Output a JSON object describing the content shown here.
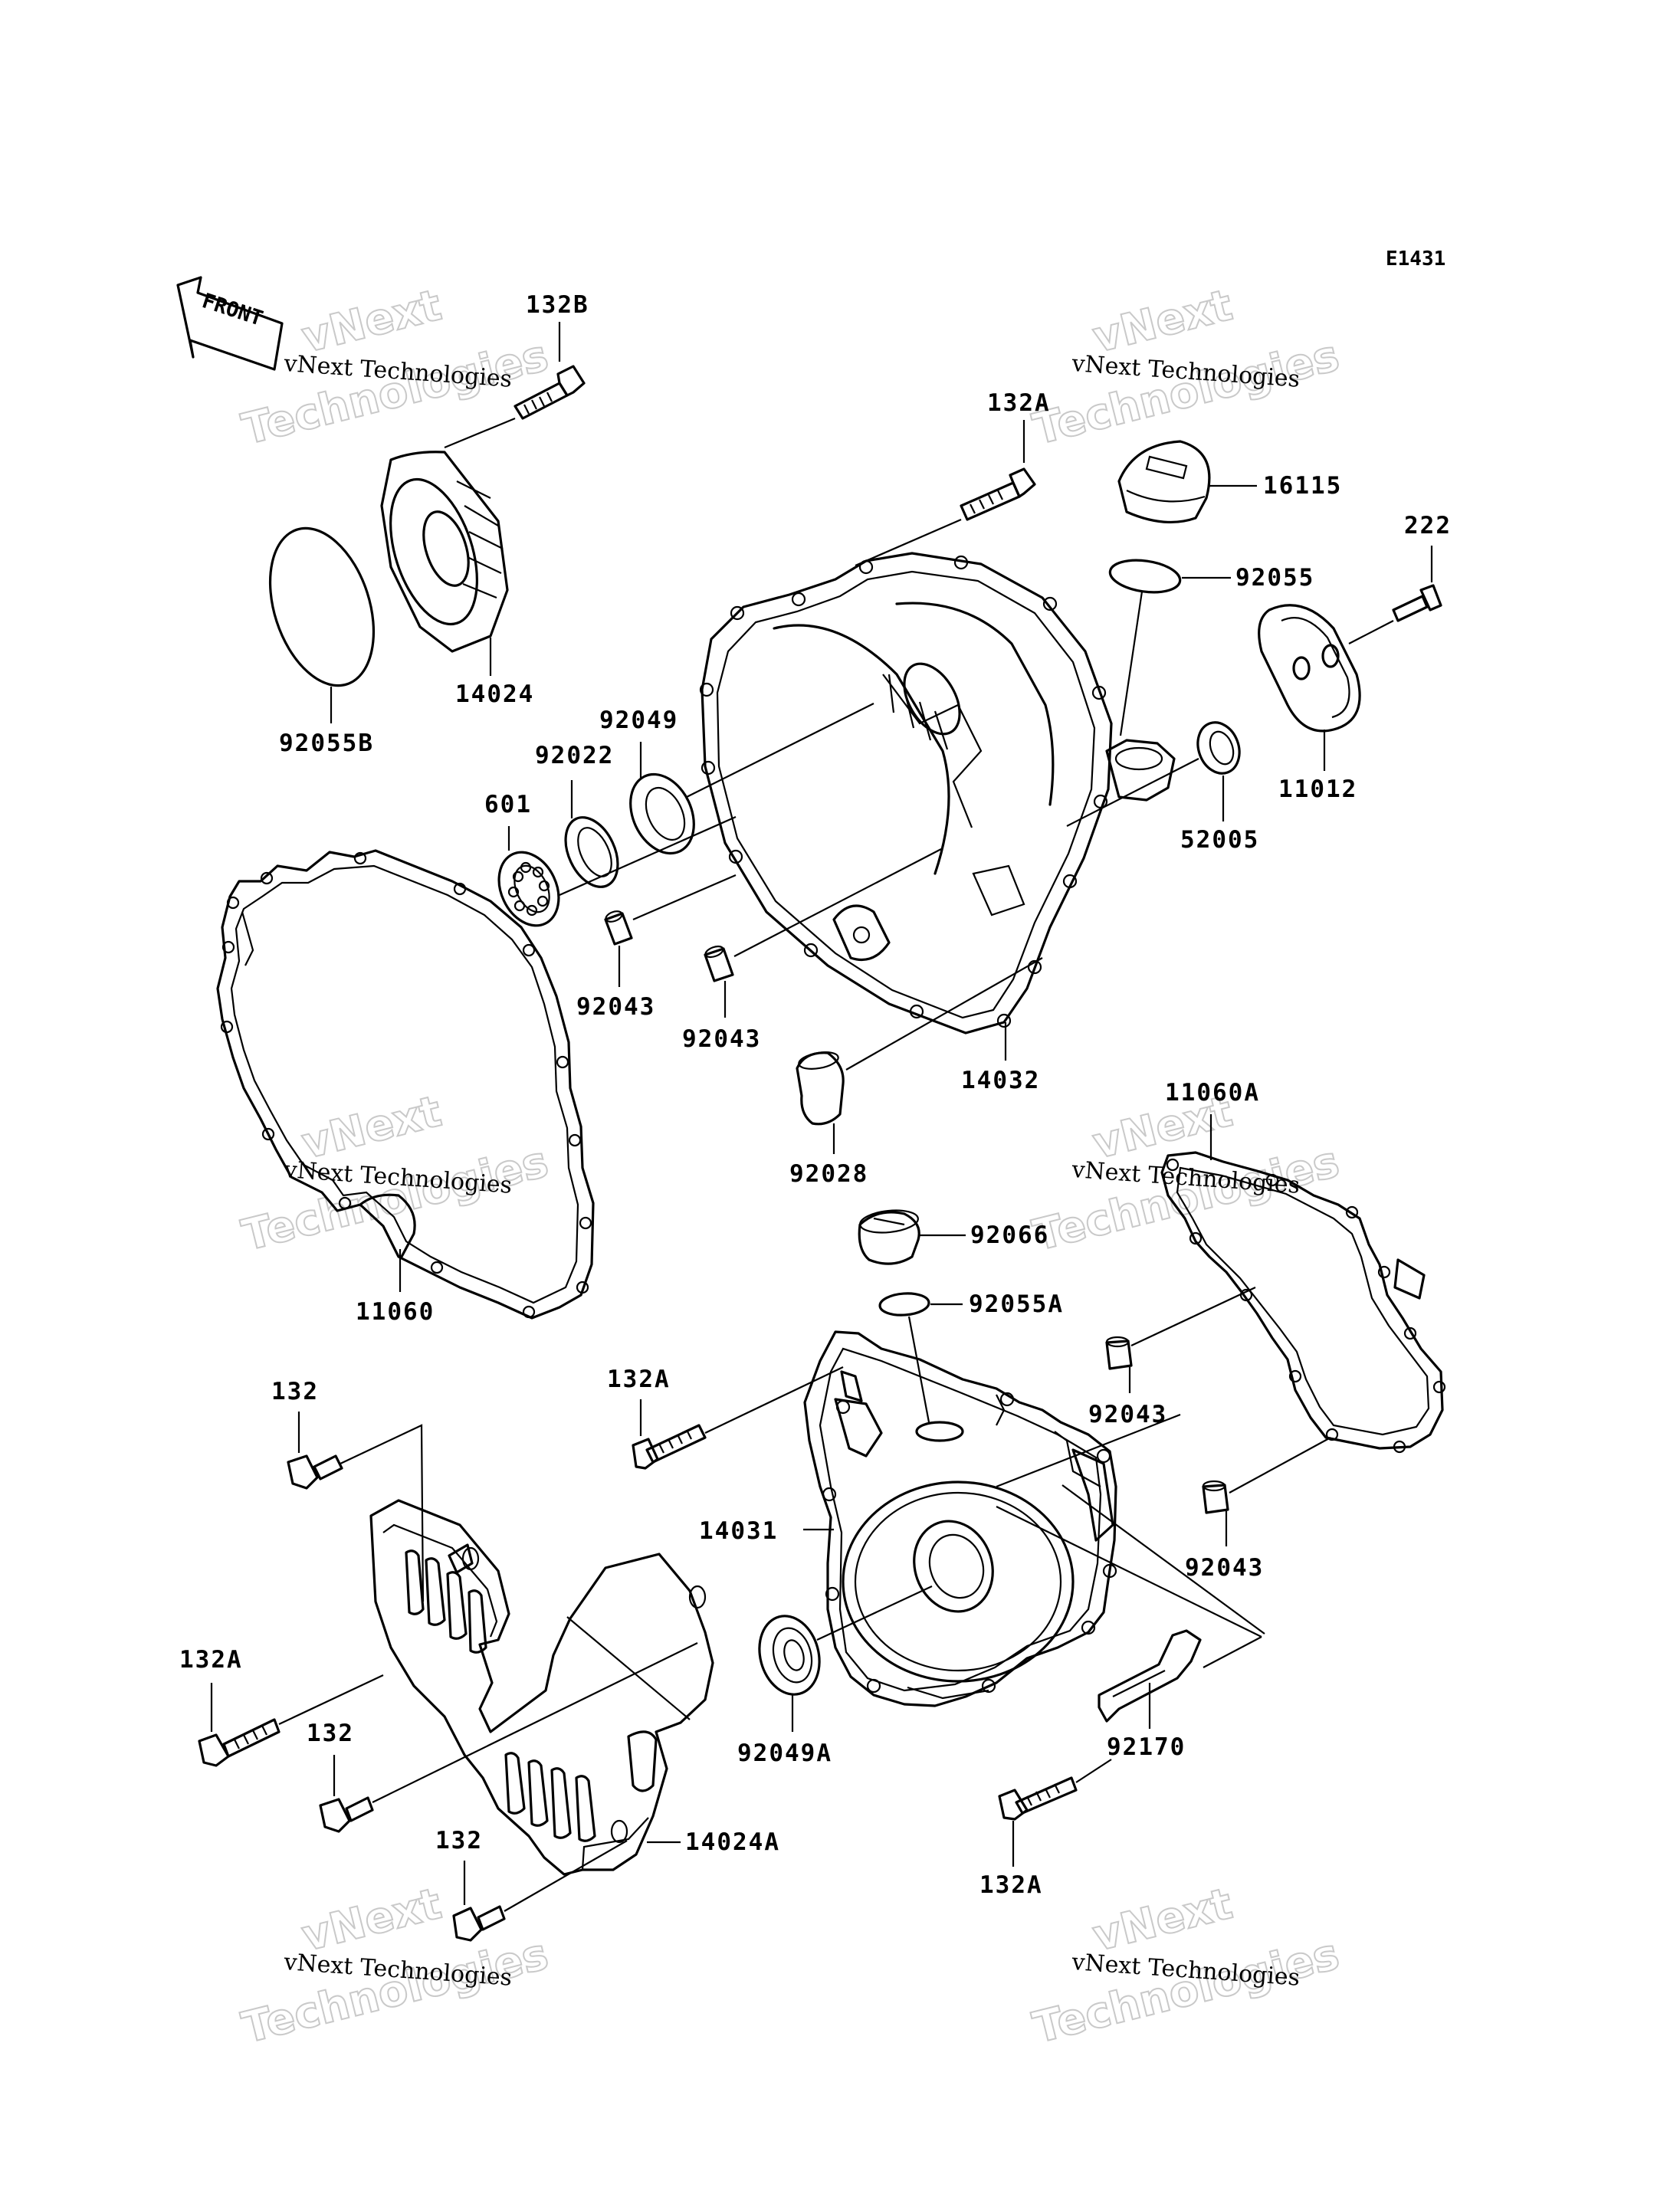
{
  "diagram_code": "E1431",
  "front_label": "FRONT",
  "watermark": {
    "small": "vNext Technologies",
    "big_line1": "vNext",
    "big_line2": "Technologies"
  },
  "parts": {
    "p132B": "132B",
    "p132A_top": "132A",
    "p16115": "16115",
    "p222": "222",
    "p92055": "92055",
    "p14024": "14024",
    "p92055B": "92055B",
    "p92049": "92049",
    "p92022": "92022",
    "p601": "601",
    "p11012": "11012",
    "p52005": "52005",
    "p92043_a": "92043",
    "p92043_b": "92043",
    "p14032": "14032",
    "p92028": "92028",
    "p11060A": "11060A",
    "p11060": "11060",
    "p92066": "92066",
    "p92055A": "92055A",
    "p132A_mid": "132A",
    "p132_a": "132",
    "p92043_c": "92043",
    "p14031": "14031",
    "p92043_d": "92043",
    "p132A_left": "132A",
    "p132_b": "132",
    "p92049A": "92049A",
    "p92170": "92170",
    "p132_c": "132",
    "p14024A": "14024A",
    "p132A_bottom": "132A"
  }
}
